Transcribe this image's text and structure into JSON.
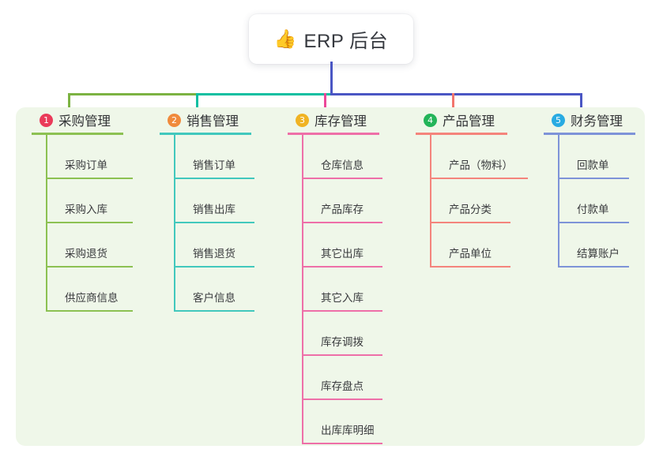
{
  "root": {
    "icon": "thumbs-up-icon",
    "emoji": "👍",
    "title": "ERP 后台"
  },
  "panel": {
    "background_color": "#eff7e9"
  },
  "connectors": {
    "trunk_color": "#4a56c4",
    "bar_segment_colors": [
      "#7cb342",
      "#0fbfa1",
      "#4a56c4"
    ],
    "drop_colors": [
      "#7cb342",
      "#0fbfa1",
      "#ec4899",
      "#f2756d",
      "#4a56c4"
    ]
  },
  "columns": [
    {
      "number": "1",
      "title": "采购管理",
      "badge_color": "#ea3b5a",
      "line_color": "#8cc152",
      "rule_width": 116,
      "items": [
        {
          "label": "采购订单",
          "width": 108
        },
        {
          "label": "采购入库",
          "width": 108
        },
        {
          "label": "采购退货",
          "width": 108
        },
        {
          "label": "供应商信息",
          "width": 108
        }
      ]
    },
    {
      "number": "2",
      "title": "销售管理",
      "badge_color": "#f08a3c",
      "line_color": "#41c8bd",
      "rule_width": 116,
      "items": [
        {
          "label": "销售订单",
          "width": 100
        },
        {
          "label": "销售出库",
          "width": 100
        },
        {
          "label": "销售退货",
          "width": 100
        },
        {
          "label": "客户信息",
          "width": 100
        }
      ]
    },
    {
      "number": "3",
      "title": "库存管理",
      "badge_color": "#f0b323",
      "line_color": "#ee6fa8",
      "rule_width": 116,
      "items": [
        {
          "label": "仓库信息",
          "width": 100
        },
        {
          "label": "产品库存",
          "width": 100
        },
        {
          "label": "其它出库",
          "width": 100
        },
        {
          "label": "其它入库",
          "width": 100
        },
        {
          "label": "库存调拨",
          "width": 100
        },
        {
          "label": "库存盘点",
          "width": 100
        },
        {
          "label": "出库库明细",
          "width": 100
        }
      ]
    },
    {
      "number": "4",
      "title": "产品管理",
      "badge_color": "#23b459",
      "line_color": "#f4847c",
      "rule_width": 116,
      "items": [
        {
          "label": "产品（物料）",
          "width": 122
        },
        {
          "label": "产品分类",
          "width": 100
        },
        {
          "label": "产品单位",
          "width": 100
        }
      ]
    },
    {
      "number": "5",
      "title": "财务管理",
      "badge_color": "#29abe2",
      "line_color": "#7e93d8",
      "rule_width": 116,
      "items": [
        {
          "label": "回款单",
          "width": 88
        },
        {
          "label": "付款单",
          "width": 88
        },
        {
          "label": "结算账户",
          "width": 88
        }
      ]
    }
  ]
}
